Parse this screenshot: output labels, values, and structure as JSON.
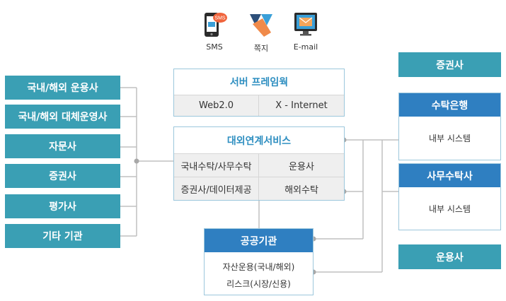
{
  "icons": {
    "sms": {
      "label": "SMS",
      "badge": "SMS"
    },
    "note": {
      "label": "쪽지"
    },
    "email": {
      "label": "E-mail"
    }
  },
  "left_items": [
    "국내/해외 운용사",
    "국내/해외 대체운영사",
    "자문사",
    "증권사",
    "평가사",
    "기타 기관"
  ],
  "server_framework": {
    "title": "서버 프레임웍",
    "cells": [
      "Web2.0",
      "X - Internet"
    ]
  },
  "external_service": {
    "title": "대외연계서비스",
    "cells": [
      "국내수탁/사무수탁",
      "운용사",
      "증권사/데이터제공",
      "해외수탁"
    ]
  },
  "public_agency": {
    "title": "공공기관",
    "lines": [
      "자산운용(국내/해외)",
      "리스크(시장/신용)"
    ]
  },
  "right": {
    "securities": "증권사",
    "custody_bank": {
      "title": "수탁은행",
      "body": "내부 시스템"
    },
    "admin_custody": {
      "title": "사무수탁사",
      "body": "내부 시스템"
    },
    "asset_manager": "운용사"
  },
  "colors": {
    "teal": "#3a9fb4",
    "blue": "#2f7fc1",
    "line": "#bfbfbf",
    "accent_text": "#2f8fc1"
  }
}
